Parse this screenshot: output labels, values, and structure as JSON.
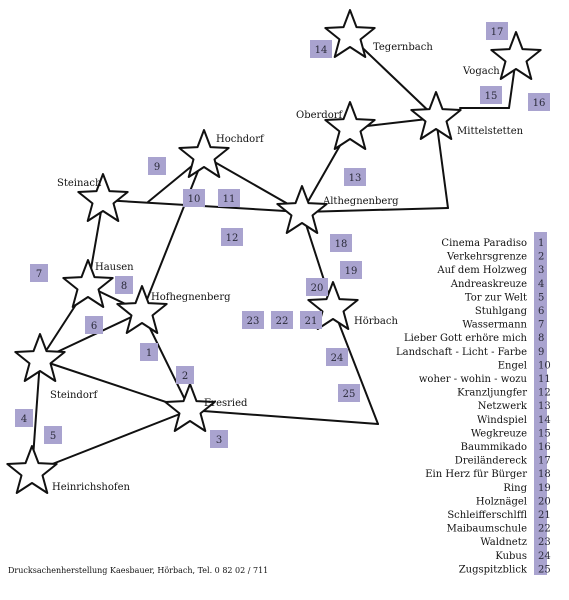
{
  "towns": {
    "tegernbach": "Tegernbach",
    "vogach": "Vogach",
    "oberdorf": "Oberdorf",
    "mittelstetten": "Mittelstetten",
    "hochdorf": "Hochdorf",
    "steinach": "Steinach",
    "althegnenberg": "Althegnenberg",
    "hausen": "Hausen",
    "hofhegnenberg": "Hofhegnenberg",
    "hoerbach": "Hörbach",
    "steindorf": "Steindorf",
    "eresried": "Eresried",
    "heinrichshofen": "Heinrichshofen"
  },
  "badges": [
    "1",
    "2",
    "3",
    "4",
    "5",
    "6",
    "7",
    "8",
    "9",
    "10",
    "11",
    "12",
    "13",
    "14",
    "15",
    "16",
    "17",
    "18",
    "19",
    "20",
    "21",
    "22",
    "23",
    "24",
    "25"
  ],
  "legend": [
    {
      "label": "Cinema Paradiso",
      "num": "1"
    },
    {
      "label": "Verkehrsgrenze",
      "num": "2"
    },
    {
      "label": "Auf dem Holzweg",
      "num": "3"
    },
    {
      "label": "Andreaskreuze",
      "num": "4"
    },
    {
      "label": "Tor zur Welt",
      "num": "5"
    },
    {
      "label": "Stuhlgang",
      "num": "6"
    },
    {
      "label": "Wassermann",
      "num": "7"
    },
    {
      "label": "Lieber Gott erhöre mich",
      "num": "8"
    },
    {
      "label": "Landschaft - Licht - Farbe",
      "num": "9"
    },
    {
      "label": "Engel",
      "num": "10"
    },
    {
      "label": "woher - wohin - wozu",
      "num": "11"
    },
    {
      "label": "Kranzljungfer",
      "num": "12"
    },
    {
      "label": "Netzwerk",
      "num": "13"
    },
    {
      "label": "Windspiel",
      "num": "14"
    },
    {
      "label": "Wegkreuze",
      "num": "15"
    },
    {
      "label": "Baummikado",
      "num": "16"
    },
    {
      "label": "Dreiländereck",
      "num": "17"
    },
    {
      "label": "Ein Herz für Bürger",
      "num": "18"
    },
    {
      "label": "Ring",
      "num": "19"
    },
    {
      "label": "Holznägel",
      "num": "20"
    },
    {
      "label": "Schleifferschlffl",
      "num": "21"
    },
    {
      "label": "Maibaumschule",
      "num": "22"
    },
    {
      "label": "Waldnetz",
      "num": "23"
    },
    {
      "label": "Kubus",
      "num": "24"
    },
    {
      "label": "Zugspitzblick",
      "num": "25"
    }
  ],
  "footer": "Drucksachenherstellung Kaesbauer, Hörbach, Tel. 0 82 02 / 711",
  "colors": {
    "badge": "#a9a3cf",
    "line": "#111111"
  }
}
